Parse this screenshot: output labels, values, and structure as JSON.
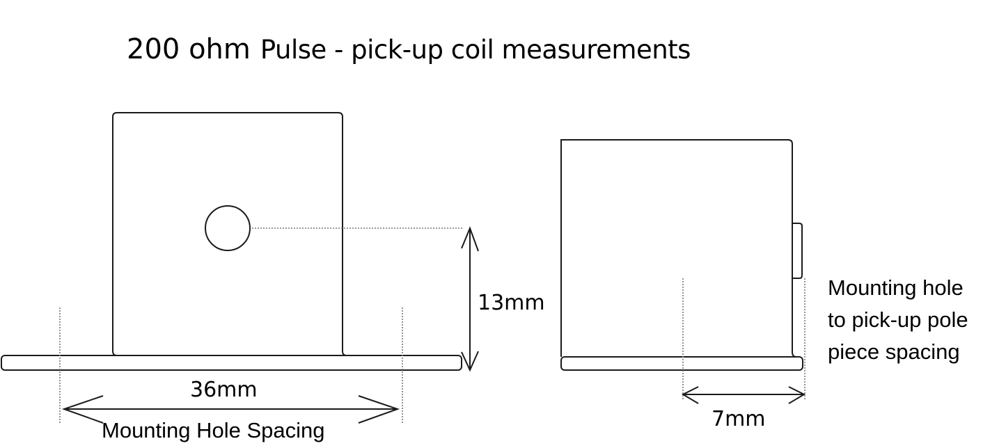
{
  "title": {
    "part1": "200 ohm",
    "part2": "Pulse - pick-up coil measurements"
  },
  "front_view": {
    "height_dimension": "13mm",
    "hole_spacing_dimension": "36mm",
    "hole_spacing_label": "Mounting Hole Spacing"
  },
  "side_view": {
    "offset_dimension": "7mm",
    "note_lines": [
      "Mounting hole",
      "to pick-up pole",
      "piece spacing"
    ]
  },
  "colors": {
    "line": "#1a1a1a",
    "dotted": "#777777",
    "background": "#ffffff"
  }
}
